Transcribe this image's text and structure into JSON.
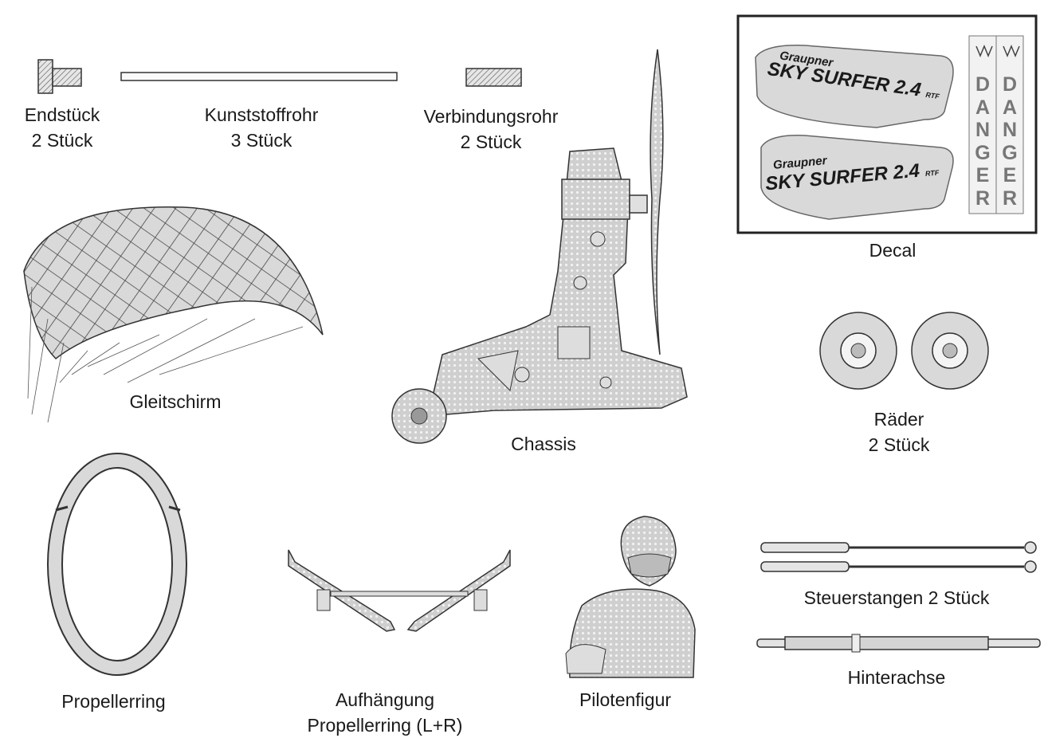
{
  "parts": {
    "endstueck": {
      "name": "Endstück",
      "qty": "2 Stück"
    },
    "kunststoffrohr": {
      "name": "Kunststoffrohr",
      "qty": "3 Stück"
    },
    "verbindungsrohr": {
      "name": "Verbindungsrohr",
      "qty": "2 Stück"
    },
    "decal": {
      "name": "Decal",
      "brand": "Graupner",
      "model": "SKY SURFER 2.4",
      "suffix": "RTF",
      "warning": [
        "D",
        "A",
        "N",
        "G",
        "E",
        "R"
      ]
    },
    "gleitschirm": {
      "name": "Gleitschirm"
    },
    "chassis": {
      "name": "Chassis"
    },
    "raeder": {
      "name": "Räder",
      "qty": "2 Stück"
    },
    "propellerring": {
      "name": "Propellerring"
    },
    "aufhaengung": {
      "name": "Aufhängung",
      "sub": "Propellerring (L+R)"
    },
    "pilotenfigur": {
      "name": "Pilotenfigur"
    },
    "steuerstangen": {
      "name": "Steuerstangen 2 Stück"
    },
    "hinterachse": {
      "name": "Hinterachse"
    }
  }
}
